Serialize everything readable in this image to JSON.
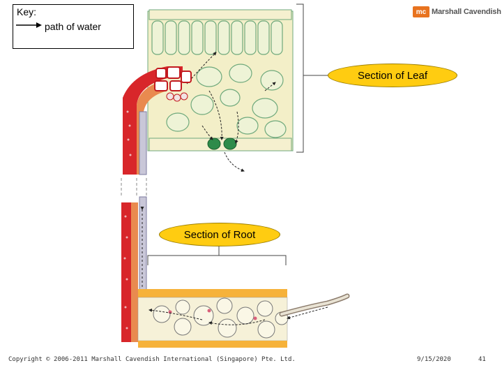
{
  "key": {
    "title": "Key:",
    "arrow_label": "path of water"
  },
  "logo": {
    "badge": "mc",
    "text": "Marshall Cavendish"
  },
  "labels": {
    "leaf": "Section of Leaf",
    "root": "Section of Root"
  },
  "footer": {
    "copyright": "Copyright © 2006-2011 Marshall Cavendish International (Singapore) Pte. Ltd.",
    "date": "9/15/2020",
    "page": "41"
  },
  "colors": {
    "label_fill": "#ffcc11",
    "xylem_red": "#d8262a",
    "tissue_yellow": "#f3efc8",
    "cell_wall_green": "#6fa97c",
    "root_band": "#f6b23a"
  }
}
